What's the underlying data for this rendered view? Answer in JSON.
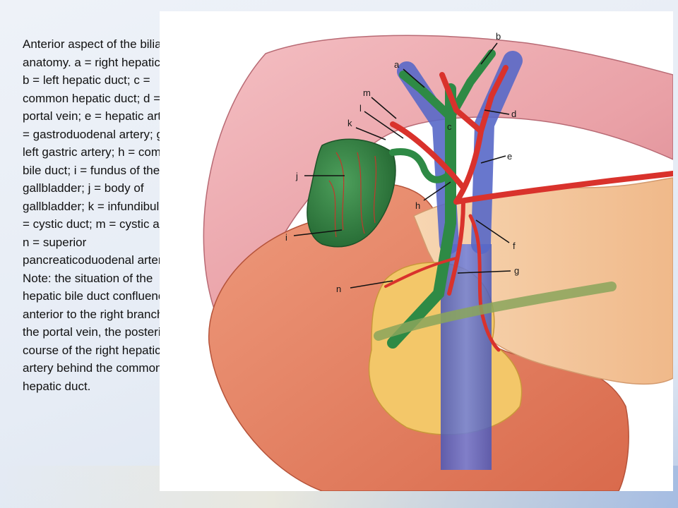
{
  "caption": "Anterior aspect of the biliary anatomy. a = right hepatic duct; b = left hepatic duct; c = common hepatic duct; d = portal vein; e = hepatic artery; f = gastroduodenal artery; g = left gastric artery; h = common bile duct; i = fundus of the gallbladder; j = body of gallbladder; k = infundibulum; l = cystic duct; m = cystic artery; n = superior pancreaticoduodenal artery. Note: the situation of the hepatic bile duct confluence anterior to the right branch of the portal vein, the posterior course of the right hepatic artery behind the common hepatic duct.",
  "labels": {
    "a": "a",
    "b": "b",
    "c": "c",
    "d": "d",
    "e": "e",
    "f": "f",
    "g": "g",
    "h": "h",
    "i": "i",
    "j": "j",
    "k": "k",
    "l": "l",
    "m": "m",
    "n": "n"
  },
  "colors": {
    "liver": "#e9a0a6",
    "gallbladder": "#2f7a3e",
    "bile_duct": "#2e8a45",
    "portal_vein": "#5868c8",
    "artery": "#d9322c",
    "duodenum": "#e07a5c",
    "pancreas": "#f3c769",
    "stomach": "#f3c79b"
  }
}
